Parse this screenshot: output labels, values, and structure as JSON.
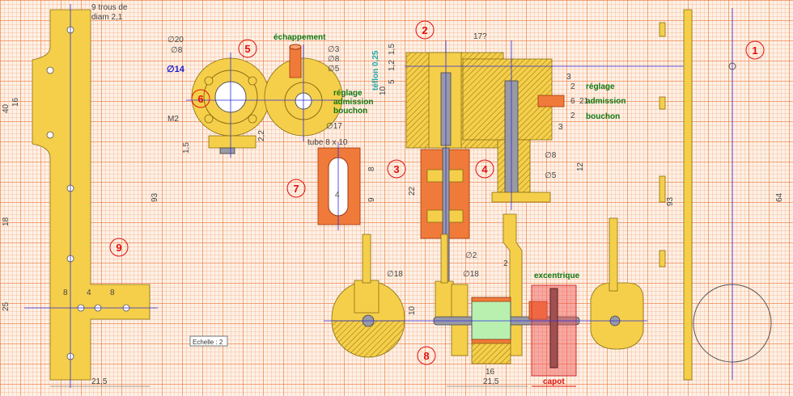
{
  "title": "Plan moteur oscillant - pièces",
  "parts": [
    "1",
    "2",
    "3",
    "4",
    "5",
    "6",
    "7",
    "8",
    "9"
  ],
  "labels": {
    "holes": "9 trous de",
    "holes2": "diam 2,1",
    "exhaust": "échappement",
    "adjust": "réglage",
    "intake": "admission",
    "plug": "bouchon",
    "adjust2": "réglage",
    "intake2": "admission",
    "plug2": "bouchon",
    "teflon": "téflon 0,25",
    "tube": "tube 8 x 10",
    "eccentric": "excentrique",
    "cover": "capot",
    "scale": "Echelle : 2",
    "m2": "M2"
  },
  "dims": {
    "d20": "∅20",
    "d8a": "∅8",
    "d14": "∅14",
    "d3": "∅3",
    "d8b": "∅8",
    "d5a": "∅5",
    "d17": "∅17",
    "d8c": "∅8",
    "d5b": "∅5",
    "d18a": "∅18",
    "d18b": "∅18",
    "d2": "∅2",
    "v40": "40",
    "v16": "16",
    "v18": "18",
    "v25": "25",
    "v93a": "93",
    "v93b": "93",
    "v64": "64",
    "h8a": "8",
    "h4a": "4",
    "h8b": "8",
    "h215a": "21,5",
    "h215b": "21,5",
    "h16": "16",
    "v15a": "1,5",
    "v22a": "2,2",
    "v15b": "1,5",
    "v12": "1,2",
    "v5": "5",
    "v10a": "10",
    "h17": "17?",
    "v3a": "3",
    "v2a": "2",
    "v6": "6",
    "v21": "21",
    "v2b": "2",
    "v3b": "3",
    "v12b": "12",
    "v8": "8",
    "v9": "9",
    "v22": "22",
    "h4b": "4",
    "h2": "2",
    "v10b": "10"
  },
  "colors": {
    "part": "#f5cf4a",
    "tube": "#f07a3a",
    "grid": "#f07a3c",
    "number": "#e01010",
    "note": "#117711",
    "axis": "#2a2ae0"
  }
}
